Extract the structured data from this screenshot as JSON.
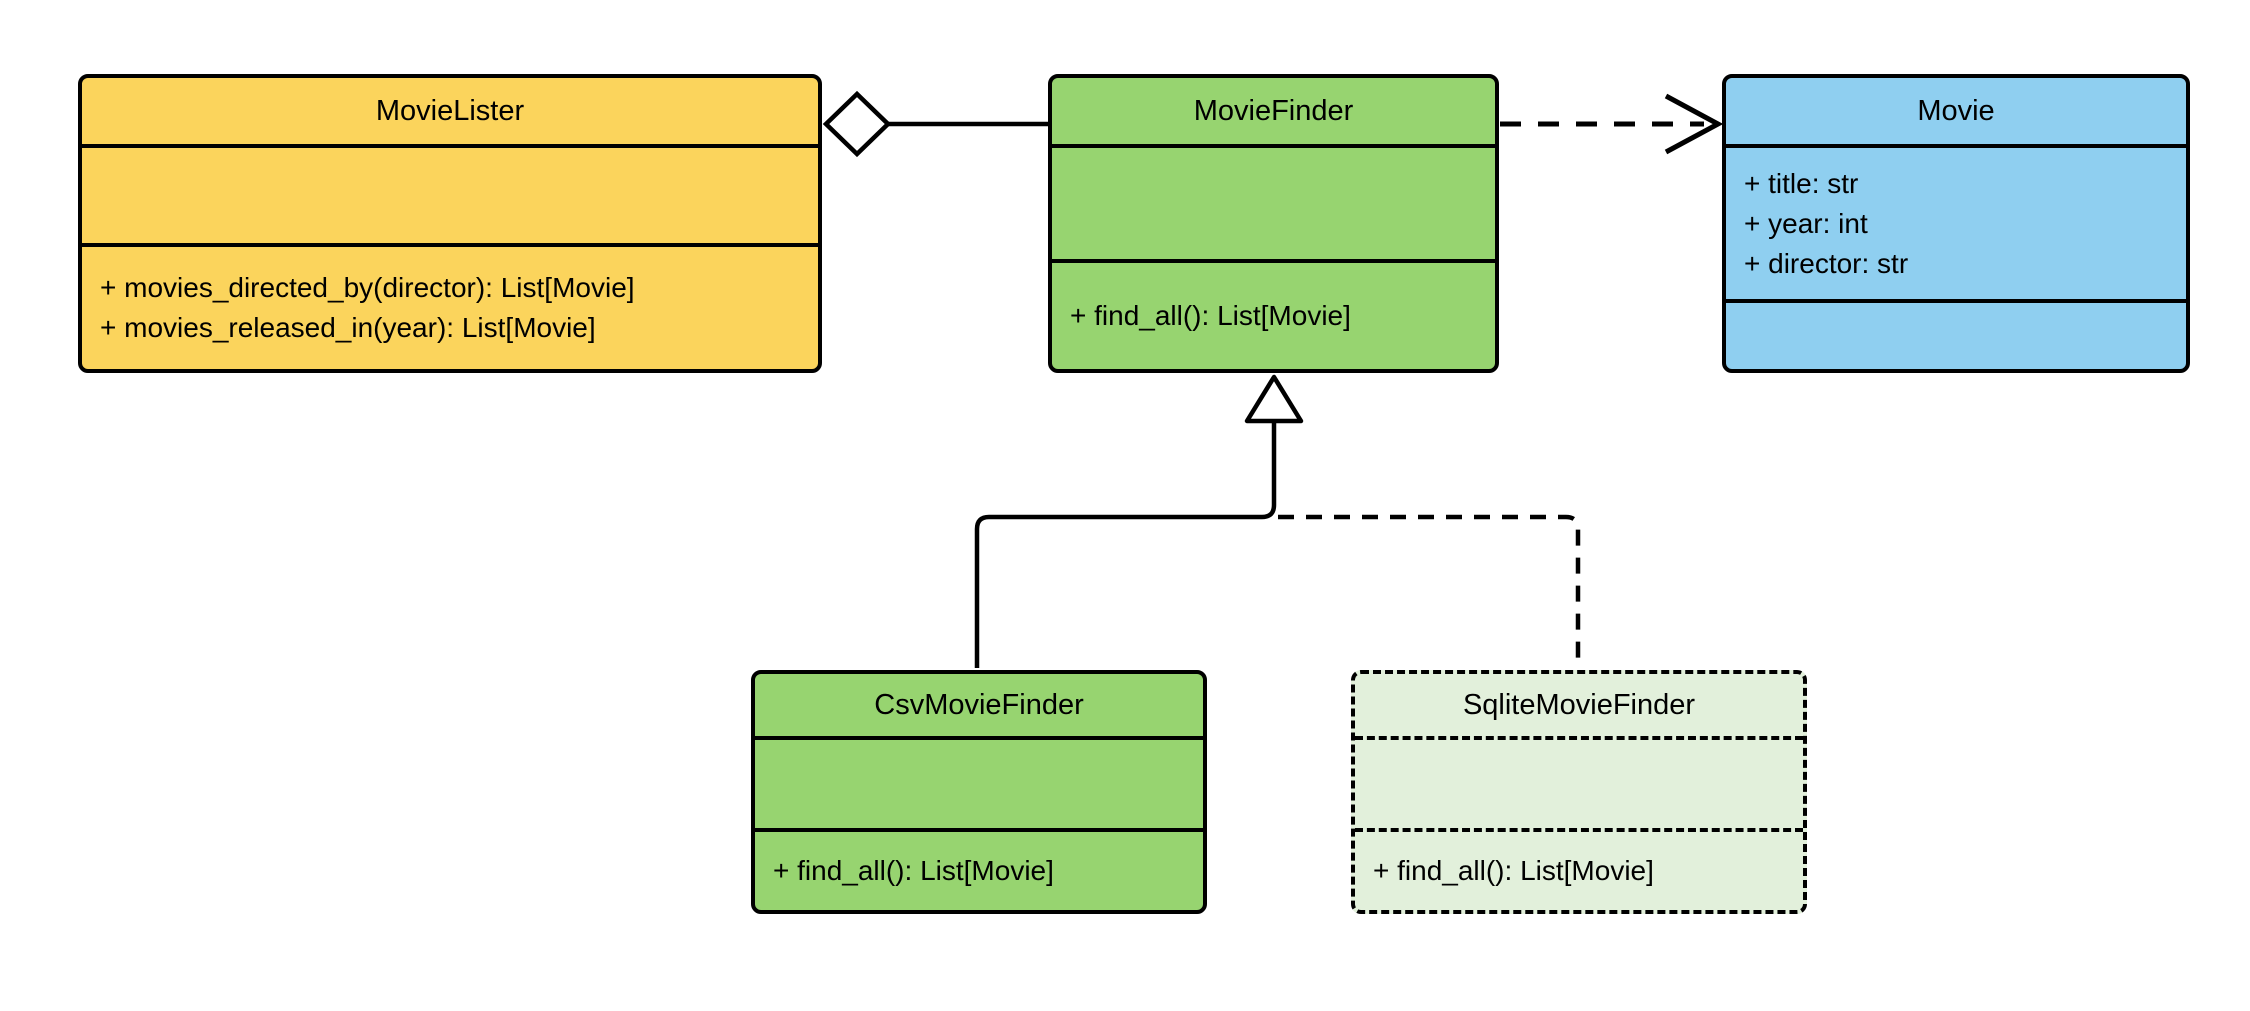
{
  "diagram": {
    "type": "uml-class-diagram",
    "background_color": "#ffffff",
    "stroke_color": "#000000",
    "classes": [
      {
        "name": "MovieLister",
        "fill": "#FBD45C",
        "border_style": "solid",
        "attributes": [],
        "methods": [
          "+ movies_directed_by(director): List[Movie]",
          "+ movies_released_in(year): List[Movie]"
        ]
      },
      {
        "name": "MovieFinder",
        "fill": "#97D470",
        "border_style": "solid",
        "attributes": [],
        "methods": [
          "+ find_all(): List[Movie]"
        ]
      },
      {
        "name": "Movie",
        "fill": "#8FCFF0",
        "border_style": "solid",
        "attributes": [
          "+ title: str",
          "+ year: int",
          "+ director: str"
        ],
        "methods": []
      },
      {
        "name": "CsvMovieFinder",
        "fill": "#97D470",
        "border_style": "solid",
        "attributes": [],
        "methods": [
          "+ find_all(): List[Movie]"
        ]
      },
      {
        "name": "SqliteMovieFinder",
        "fill": "#E2F0DB",
        "border_style": "dashed",
        "attributes": [],
        "methods": [
          "+ find_all(): List[Movie]"
        ]
      }
    ],
    "relationships": [
      {
        "type": "aggregation",
        "owner": "MovieLister",
        "part": "MovieFinder",
        "line": "solid",
        "marker": "hollow-diamond-at-owner"
      },
      {
        "type": "dependency",
        "from": "MovieFinder",
        "to": "Movie",
        "line": "dashed",
        "marker": "open-arrow-at-target"
      },
      {
        "type": "generalization",
        "subclass": "CsvMovieFinder",
        "superclass": "MovieFinder",
        "line": "solid",
        "marker": "hollow-triangle-at-superclass"
      },
      {
        "type": "generalization",
        "subclass": "SqliteMovieFinder",
        "superclass": "MovieFinder",
        "line": "dashed",
        "marker": "hollow-triangle-at-superclass"
      }
    ]
  }
}
